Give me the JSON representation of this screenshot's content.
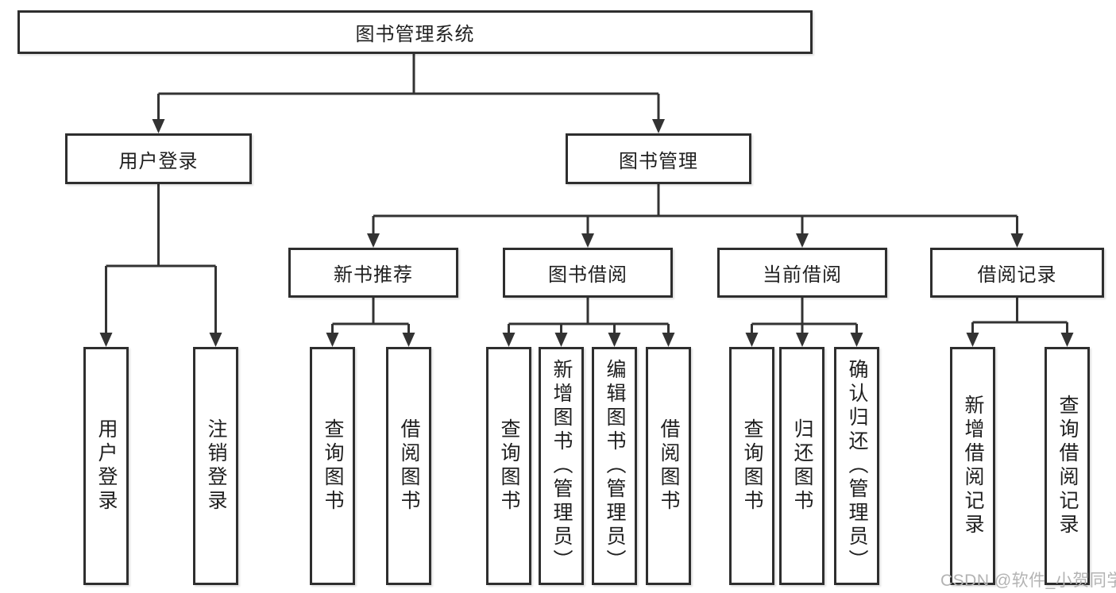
{
  "diagram": {
    "root": "图书管理系统",
    "level1": [
      {
        "label": "用户登录"
      },
      {
        "label": "图书管理"
      }
    ],
    "level2": [
      {
        "label": "新书推荐"
      },
      {
        "label": "图书借阅"
      },
      {
        "label": "当前借阅"
      },
      {
        "label": "借阅记录"
      }
    ],
    "leaves": {
      "user_login": [
        "用户登录",
        "注销登录"
      ],
      "new_book": [
        "查询图书",
        "借阅图书"
      ],
      "book_borrow": [
        "查询图书",
        "新增图书（管理员）",
        "编辑图书（管理员）",
        "借阅图书"
      ],
      "current_borrow": [
        "查询图书",
        "归还图书",
        "确认归还（管理员）"
      ],
      "borrow_record": [
        "新增借阅记录",
        "查询借阅记录"
      ]
    }
  },
  "watermark": "CSDN @软件_小贺同学",
  "colors": {
    "line": "#333333",
    "box_border": "#2e2e2e",
    "box_fill": "#ffffff",
    "text": "#1f1f1f",
    "watermark": "#b3b3b3",
    "background": "#ffffff"
  }
}
